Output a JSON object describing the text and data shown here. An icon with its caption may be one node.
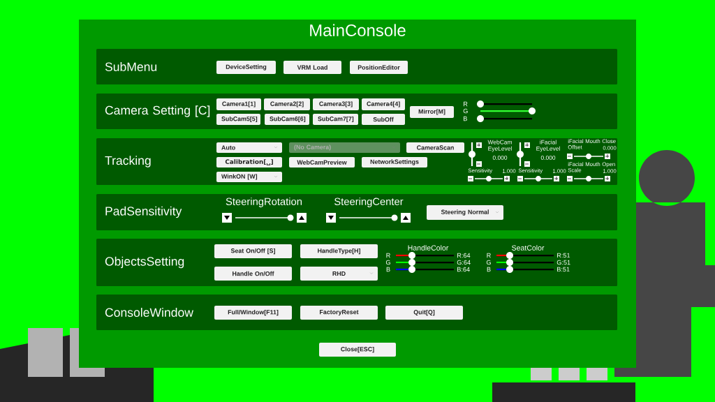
{
  "diagram": {
    "nodes": [
      {
        "text": [
          "MainConsole"
        ]
      },
      {
        "text": [
          "SubMenu"
        ],
        "in": 0
      },
      {
        "text": [
          "DeviceSetting"
        ],
        "in": 1
      },
      {
        "text": [
          "VRM Load"
        ],
        "in": 1
      },
      {
        "text": [
          "PositionEditor"
        ],
        "in": 1
      },
      {
        "text": [
          "Camera Setting [C]"
        ],
        "in": 0
      },
      {
        "text": [
          "Camera1[1]"
        ],
        "in": 5
      },
      {
        "text": [
          "Camera2[2]"
        ],
        "in": 5
      },
      {
        "text": [
          "Camera3[3]"
        ],
        "in": 5
      },
      {
        "text": [
          "Camera4[4]"
        ],
        "in": 5
      },
      {
        "text": [
          "SubCam5[5]"
        ],
        "in": 5
      },
      {
        "text": [
          "SubCam6[6]"
        ],
        "in": 5
      },
      {
        "text": [
          "SubCam7[7]"
        ],
        "in": 5
      },
      {
        "text": [
          "SubOff"
        ],
        "in": 5
      },
      {
        "text": [
          "Mirror[M]"
        ],
        "in": 5
      },
      {
        "text": [
          "Tracking"
        ],
        "in": 0
      },
      {
        "text": [
          "Auto"
        ],
        "in": 15
      },
      {
        "text": [
          "(No Camera)"
        ],
        "in": 15
      },
      {
        "text": [
          "CameraScan"
        ],
        "in": 15
      },
      {
        "text": [
          "Calibration[␣]"
        ],
        "in": 15
      },
      {
        "text": [
          "WebCamPreview"
        ],
        "in": 15
      },
      {
        "text": [
          "NetworkSettings"
        ],
        "in": 15
      },
      {
        "text": [
          "WinkON [W]"
        ],
        "in": 15
      },
      {
        "text": [
          "PadSensitivity"
        ],
        "in": 0
      },
      {
        "text": [
          "Steering Normal"
        ],
        "in": 23
      },
      {
        "text": [
          "ObjectsSetting"
        ],
        "in": 0
      },
      {
        "text": [
          "Seat On/Off [S]"
        ],
        "in": 25
      },
      {
        "text": [
          "HandleType[H]"
        ],
        "in": 25
      },
      {
        "text": [
          "Handle On/Off"
        ],
        "in": 25
      },
      {
        "text": [
          "RHD"
        ],
        "in": 25
      },
      {
        "text": [
          "ConsoleWindow"
        ],
        "in": 0
      },
      {
        "text": [
          "Full/Window[F11]"
        ],
        "in": 30
      },
      {
        "text": [
          "FactoryReset"
        ],
        "in": 30
      },
      {
        "text": [
          "Quit[Q]"
        ],
        "in": 30
      },
      {
        "text": [
          "Close[ESC]"
        ],
        "in": 0
      }
    ],
    "labels": [
      "R",
      "G",
      "B",
      "WebCam EyeLevel",
      "0.000",
      "Sensitivity",
      "1.000",
      "iFacial EyeLevel",
      "0.000",
      "Sensitivity",
      "1.000",
      "iFacial Mouth Close Offset",
      "0.000",
      "iFacial Mouth Open Scale",
      "1.000",
      "SteeringRotation",
      "SteeringCenter",
      "HandleColor",
      "R",
      "G",
      "B",
      "R:64",
      "G:64",
      "B:64",
      "SeatColor",
      "R",
      "G",
      "B",
      "R:51",
      "G:51",
      "B:51"
    ]
  }
}
